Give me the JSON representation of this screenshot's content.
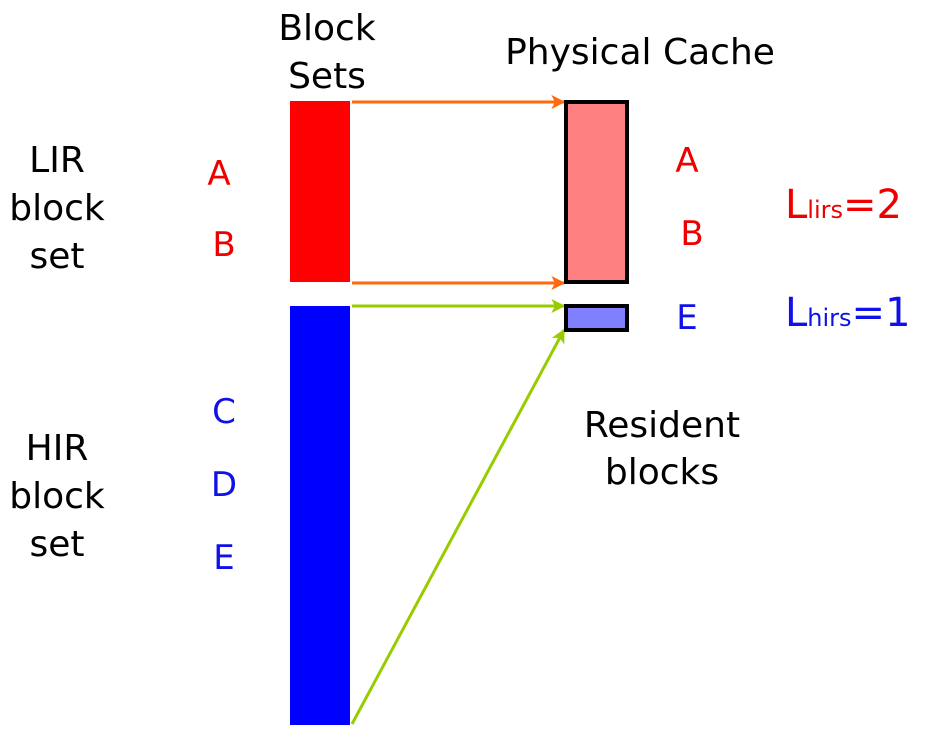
{
  "headings": {
    "block_sets_line1": "Block",
    "block_sets_line2": "Sets",
    "physical_cache": "Physical Cache",
    "resident_line1": "Resident",
    "resident_line2": "blocks"
  },
  "lir_set": {
    "line1": "LIR",
    "line2": "block",
    "line3": "set",
    "blocks": [
      "A",
      "B"
    ],
    "color": "#ff0000"
  },
  "hir_set": {
    "line1": "HIR",
    "line2": "block",
    "line3": "set",
    "blocks": [
      "C",
      "D",
      "E"
    ],
    "color": "#0000ff"
  },
  "cache": {
    "lir_blocks": [
      "A",
      "B"
    ],
    "hir_blocks": [
      "E"
    ],
    "lir_fill": "#ff8080",
    "hir_fill": "#8080ff"
  },
  "limits": {
    "lirs": {
      "base": "L",
      "sub": "lirs",
      "value": "=2",
      "color": "#ee0000"
    },
    "hirs": {
      "base": "L",
      "sub": "hirs",
      "value": "=1",
      "color": "#1010e8"
    }
  },
  "arrow_colors": {
    "lir": "#ff6a10",
    "hir": "#99cc00"
  }
}
